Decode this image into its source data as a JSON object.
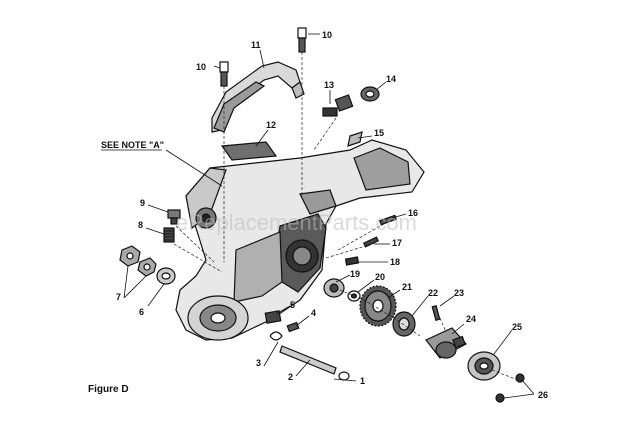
{
  "diagram": {
    "note_label": "SEE NOTE \"A\"",
    "figure_label": "Figure D",
    "watermark": "eReplacementParts.com",
    "callouts": [
      "1",
      "2",
      "3",
      "4",
      "5",
      "6",
      "7",
      "8",
      "9",
      "10",
      "10",
      "11",
      "12",
      "13",
      "14",
      "15",
      "16",
      "17",
      "18",
      "19",
      "20",
      "21",
      "22",
      "23",
      "24",
      "25",
      "26"
    ]
  }
}
